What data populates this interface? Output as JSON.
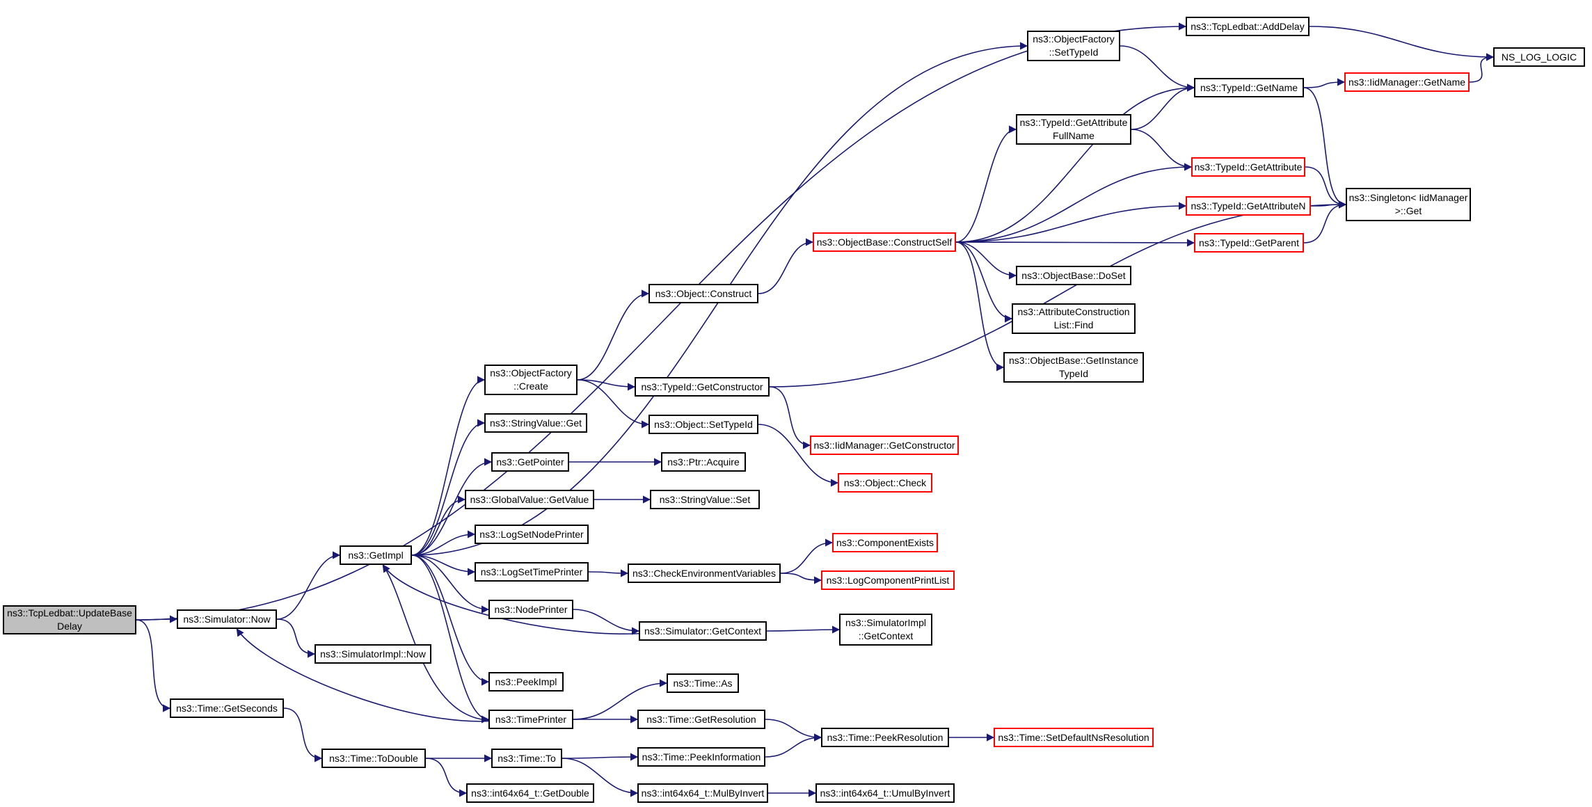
{
  "diagram": {
    "colors": {
      "edge": "#191970",
      "border": "#000000",
      "link_border": "#ff0000",
      "root_fill": "#bfbfbf"
    },
    "nodes": [
      {
        "id": "root",
        "label": "ns3::TcpLedbat::UpdateBase\nDelay",
        "style": "root"
      },
      {
        "id": "simnow",
        "label": "ns3::Simulator::Now",
        "style": "normal"
      },
      {
        "id": "getseconds",
        "label": "ns3::Time::GetSeconds",
        "style": "normal"
      },
      {
        "id": "getimpl",
        "label": "ns3::GetImpl",
        "style": "normal"
      },
      {
        "id": "simimplnow",
        "label": "ns3::SimulatorImpl::Now",
        "style": "normal"
      },
      {
        "id": "todouble",
        "label": "ns3::Time::ToDouble",
        "style": "normal"
      },
      {
        "id": "timeto",
        "label": "ns3::Time::To",
        "style": "normal"
      },
      {
        "id": "getdouble",
        "label": "ns3::int64x64_t::GetDouble",
        "style": "normal"
      },
      {
        "id": "ofcreate",
        "label": "ns3::ObjectFactory\n::Create",
        "style": "normal"
      },
      {
        "id": "svget",
        "label": "ns3::StringValue::Get",
        "style": "normal"
      },
      {
        "id": "getpointer",
        "label": "ns3::GetPointer",
        "style": "normal"
      },
      {
        "id": "gvgetvalue",
        "label": "ns3::GlobalValue::GetValue",
        "style": "normal"
      },
      {
        "id": "lognodeprinter",
        "label": "ns3::LogSetNodePrinter",
        "style": "normal"
      },
      {
        "id": "logtimeprinter",
        "label": "ns3::LogSetTimePrinter",
        "style": "normal"
      },
      {
        "id": "nodeprinter",
        "label": "ns3::NodePrinter",
        "style": "normal"
      },
      {
        "id": "peekimpl",
        "label": "ns3::PeekImpl",
        "style": "normal"
      },
      {
        "id": "timeprinter",
        "label": "ns3::TimePrinter",
        "style": "normal"
      },
      {
        "id": "objconstruct",
        "label": "ns3::Object::Construct",
        "style": "normal"
      },
      {
        "id": "tidgetconstructor",
        "label": "ns3::TypeId::GetConstructor",
        "style": "normal"
      },
      {
        "id": "objsettypeid",
        "label": "ns3::Object::SetTypeId",
        "style": "normal"
      },
      {
        "id": "ptracquire",
        "label": "ns3::Ptr::Acquire",
        "style": "normal"
      },
      {
        "id": "svset",
        "label": "ns3::StringValue::Set",
        "style": "normal"
      },
      {
        "id": "checkenv",
        "label": "ns3::CheckEnvironmentVariables",
        "style": "normal"
      },
      {
        "id": "simgetcontext",
        "label": "ns3::Simulator::GetContext",
        "style": "normal"
      },
      {
        "id": "timeas",
        "label": "ns3::Time::As",
        "style": "normal"
      },
      {
        "id": "timegetres",
        "label": "ns3::Time::GetResolution",
        "style": "normal"
      },
      {
        "id": "peekinfo",
        "label": "ns3::Time::PeekInformation",
        "style": "normal"
      },
      {
        "id": "mulbyinvert",
        "label": "ns3::int64x64_t::MulByInvert",
        "style": "normal"
      },
      {
        "id": "objfactsettypeid",
        "label": "ns3::ObjectFactory\n::SetTypeId",
        "style": "normal"
      },
      {
        "id": "constructself",
        "label": "ns3::ObjectBase::ConstructSelf",
        "style": "red"
      },
      {
        "id": "iidgetconstructor",
        "label": "ns3::IidManager::GetConstructor",
        "style": "red"
      },
      {
        "id": "objcheck",
        "label": "ns3::Object::Check",
        "style": "red"
      },
      {
        "id": "compexists",
        "label": "ns3::ComponentExists",
        "style": "red"
      },
      {
        "id": "logcompprint",
        "label": "ns3::LogComponentPrintList",
        "style": "red"
      },
      {
        "id": "simimplgetcontext",
        "label": "ns3::SimulatorImpl\n::GetContext",
        "style": "normal"
      },
      {
        "id": "peekres",
        "label": "ns3::Time::PeekResolution",
        "style": "normal"
      },
      {
        "id": "umulbyinvert",
        "label": "ns3::int64x64_t::UmulByInvert",
        "style": "normal"
      },
      {
        "id": "tidgetname",
        "label": "ns3::TypeId::GetName",
        "style": "normal"
      },
      {
        "id": "tidgetattrfull",
        "label": "ns3::TypeId::GetAttribute\nFullName",
        "style": "normal"
      },
      {
        "id": "obdoset",
        "label": "ns3::ObjectBase::DoSet",
        "style": "normal"
      },
      {
        "id": "attrconstfind",
        "label": "ns3::AttributeConstruction\nList::Find",
        "style": "normal"
      },
      {
        "id": "obgetinstance",
        "label": "ns3::ObjectBase::GetInstance\nTypeId",
        "style": "normal"
      },
      {
        "id": "adddelay",
        "label": "ns3::TcpLedbat::AddDelay",
        "style": "normal"
      },
      {
        "id": "tidgetattr",
        "label": "ns3::TypeId::GetAttribute",
        "style": "red"
      },
      {
        "id": "tidgetattrn",
        "label": "ns3::TypeId::GetAttributeN",
        "style": "red"
      },
      {
        "id": "tidgetparent",
        "label": "ns3::TypeId::GetParent",
        "style": "red"
      },
      {
        "id": "setdefaultres",
        "label": "ns3::Time::SetDefaultNsResolution",
        "style": "red"
      },
      {
        "id": "iidgetname",
        "label": "ns3::IidManager::GetName",
        "style": "red"
      },
      {
        "id": "singletonget",
        "label": "ns3::Singleton< IidManager\n>::Get",
        "style": "normal"
      },
      {
        "id": "nslog",
        "label": "NS_LOG_LOGIC",
        "style": "normal"
      }
    ],
    "edges": [
      [
        "root",
        "adddelay"
      ],
      [
        "root",
        "simnow"
      ],
      [
        "root",
        "getseconds"
      ],
      [
        "simnow",
        "getimpl"
      ],
      [
        "simnow",
        "simimplnow"
      ],
      [
        "getseconds",
        "todouble"
      ],
      [
        "todouble",
        "timeto"
      ],
      [
        "todouble",
        "getdouble"
      ],
      [
        "timeto",
        "peekinfo"
      ],
      [
        "timeto",
        "mulbyinvert"
      ],
      [
        "getimpl",
        "objfactsettypeid"
      ],
      [
        "getimpl",
        "ofcreate"
      ],
      [
        "getimpl",
        "svget"
      ],
      [
        "getimpl",
        "getpointer"
      ],
      [
        "getimpl",
        "gvgetvalue"
      ],
      [
        "getimpl",
        "lognodeprinter"
      ],
      [
        "getimpl",
        "logtimeprinter"
      ],
      [
        "getimpl",
        "nodeprinter"
      ],
      [
        "getimpl",
        "peekimpl"
      ],
      [
        "getimpl",
        "timeprinter"
      ],
      [
        "ofcreate",
        "objconstruct"
      ],
      [
        "ofcreate",
        "tidgetconstructor"
      ],
      [
        "ofcreate",
        "objsettypeid"
      ],
      [
        "getpointer",
        "ptracquire"
      ],
      [
        "gvgetvalue",
        "svset"
      ],
      [
        "logtimeprinter",
        "checkenv"
      ],
      [
        "nodeprinter",
        "simgetcontext"
      ],
      [
        "simgetcontext",
        "getimpl"
      ],
      [
        "simgetcontext",
        "simimplgetcontext"
      ],
      [
        "timeprinter",
        "getimpl"
      ],
      [
        "timeprinter",
        "simnow"
      ],
      [
        "timeprinter",
        "timeas"
      ],
      [
        "timeprinter",
        "timegetres"
      ],
      [
        "timegetres",
        "peekres"
      ],
      [
        "peekinfo",
        "peekres"
      ],
      [
        "mulbyinvert",
        "umulbyinvert"
      ],
      [
        "peekres",
        "setdefaultres"
      ],
      [
        "checkenv",
        "compexists"
      ],
      [
        "checkenv",
        "logcompprint"
      ],
      [
        "objconstruct",
        "constructself"
      ],
      [
        "tidgetconstructor",
        "iidgetconstructor"
      ],
      [
        "tidgetconstructor",
        "singletonget"
      ],
      [
        "objsettypeid",
        "objcheck"
      ],
      [
        "objfactsettypeid",
        "tidgetname"
      ],
      [
        "constructself",
        "tidgetname"
      ],
      [
        "constructself",
        "tidgetattrfull"
      ],
      [
        "constructself",
        "tidgetattr"
      ],
      [
        "constructself",
        "tidgetattrn"
      ],
      [
        "constructself",
        "tidgetparent"
      ],
      [
        "constructself",
        "obdoset"
      ],
      [
        "constructself",
        "attrconstfind"
      ],
      [
        "constructself",
        "obgetinstance"
      ],
      [
        "tidgetattrfull",
        "tidgetname"
      ],
      [
        "tidgetattrfull",
        "tidgetattr"
      ],
      [
        "tidgetname",
        "iidgetname"
      ],
      [
        "tidgetname",
        "singletonget"
      ],
      [
        "tidgetattr",
        "singletonget"
      ],
      [
        "tidgetattrn",
        "singletonget"
      ],
      [
        "tidgetparent",
        "singletonget"
      ],
      [
        "iidgetname",
        "nslog"
      ],
      [
        "adddelay",
        "nslog"
      ]
    ]
  }
}
